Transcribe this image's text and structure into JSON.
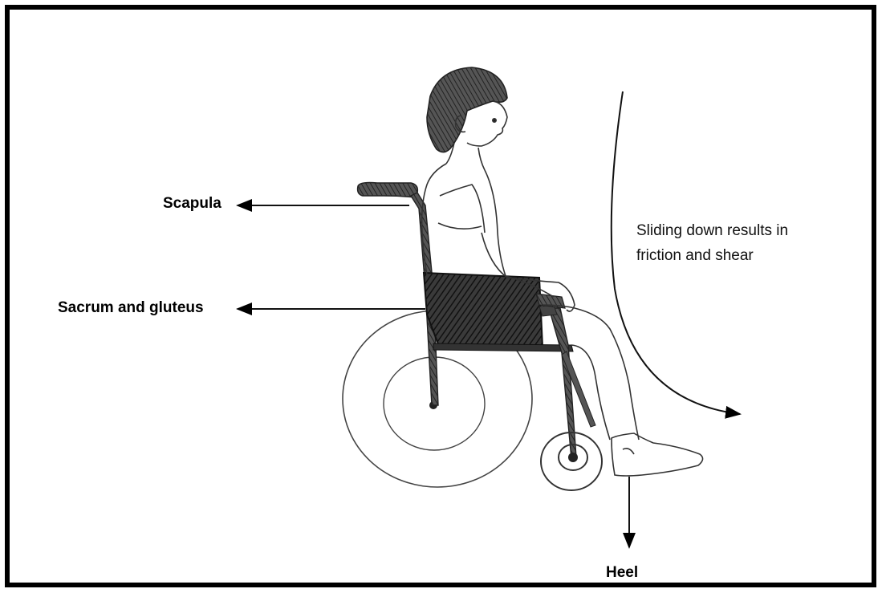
{
  "labels": {
    "scapula": "Scapula",
    "sacrum": "Sacrum and gluteus",
    "heel": "Heel"
  },
  "annotation": {
    "line1": "Sliding down results in",
    "line2": "friction and shear"
  }
}
